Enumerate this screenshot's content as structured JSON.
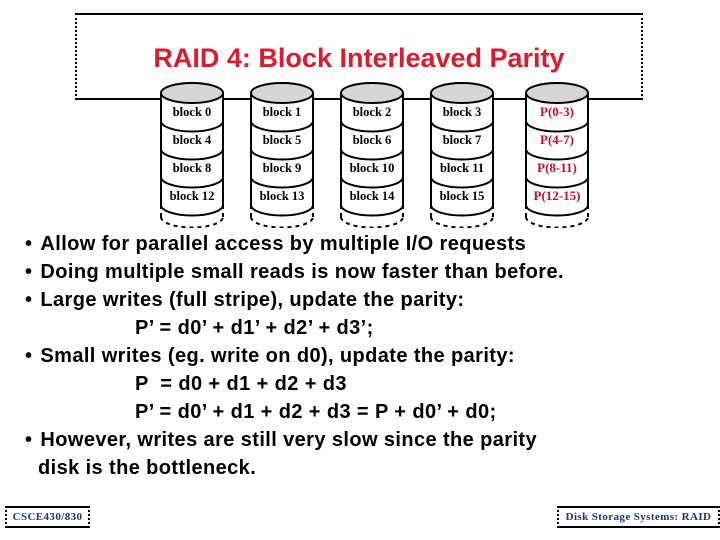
{
  "slide": {
    "title": "RAID 4: Block Interleaved Parity",
    "title_color": "#dd1b2d",
    "footer_left": "CSCE430/830",
    "footer_right": "Disk Storage Systems: RAID",
    "footer_color": "#17386f"
  },
  "ui": {
    "bullet_glyph": "•"
  },
  "body_lines": [
    {
      "style": "bullet",
      "text": "Allow for parallel access by multiple I/O requests"
    },
    {
      "style": "bullet",
      "text": "Doing multiple small reads is now faster than before."
    },
    {
      "style": "bullet",
      "text": "Large writes (full stripe), update the parity:"
    },
    {
      "style": "formula",
      "text": "P’ = d0’ + d1’ + d2’ + d3’;"
    },
    {
      "style": "bullet",
      "text": "Small writes (eg. write on d0), update the parity:"
    },
    {
      "style": "formula",
      "text": "P  = d0 + d1 + d2 + d3"
    },
    {
      "style": "formula",
      "text": "P’ = d0’ + d1 + d2 + d3 = P + d0’ + d0;"
    },
    {
      "style": "bullet",
      "text": "However, writes are still very slow since the parity"
    },
    {
      "style": "cont",
      "text": "disk is the bottleneck."
    }
  ],
  "diagram": {
    "disks": [
      {
        "name": "disk-0",
        "blocks": [
          "block 0",
          "block 4",
          "block 8",
          "block 12"
        ],
        "parity": false
      },
      {
        "name": "disk-1",
        "blocks": [
          "block 1",
          "block 5",
          "block 9",
          "block 13"
        ],
        "parity": false
      },
      {
        "name": "disk-2",
        "blocks": [
          "block 2",
          "block 6",
          "block 10",
          "block 14"
        ],
        "parity": false
      },
      {
        "name": "disk-3",
        "blocks": [
          "block 3",
          "block 7",
          "block 11",
          "block 15"
        ],
        "parity": false
      },
      {
        "name": "parity-disk",
        "blocks": [
          "P(0-3)",
          "P(4-7)",
          "P(8-11)",
          "P(12-15)"
        ],
        "parity": true
      }
    ],
    "parity_color": "#c1112f",
    "disk_top_color": "#d6d6d6"
  }
}
